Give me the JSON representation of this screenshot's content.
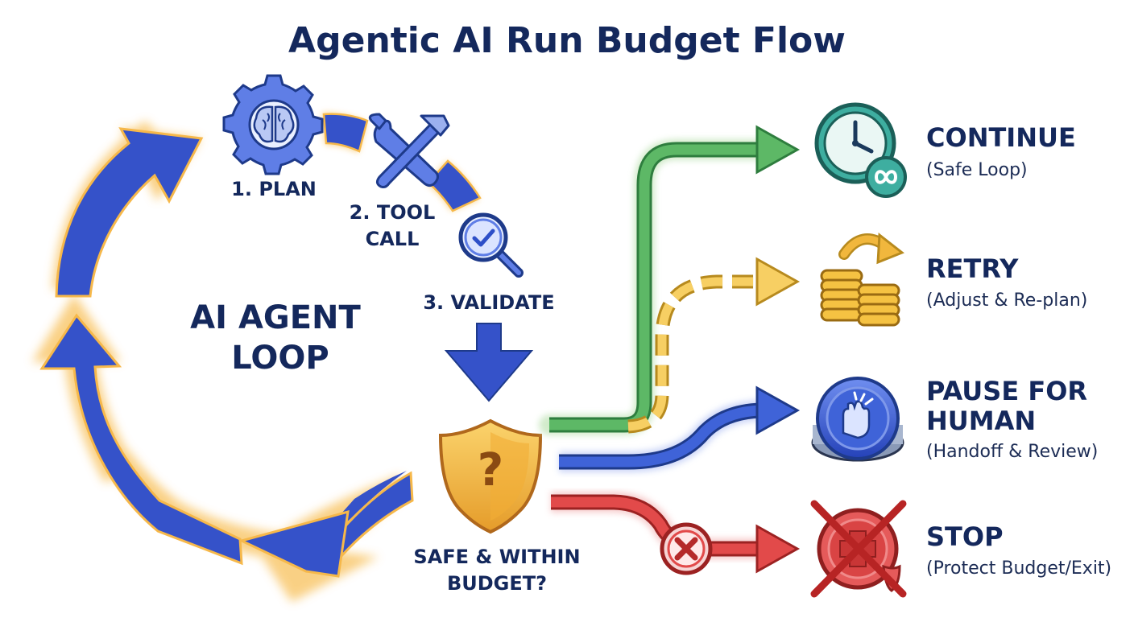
{
  "title": "Agentic AI Run Budget Flow",
  "loop": {
    "line1": "AI AGENT",
    "line2": "LOOP",
    "steps": [
      {
        "lines": [
          "1. PLAN"
        ],
        "icon": "brain-gear-icon"
      },
      {
        "lines": [
          "2. TOOL",
          "CALL"
        ],
        "icon": "wrench-hammer-icon"
      },
      {
        "lines": [
          "3. VALIDATE"
        ],
        "icon": "magnifier-check-icon"
      }
    ]
  },
  "decision": {
    "line1": "SAFE & WITHIN",
    "line2": "BUDGET?",
    "icon": "shield-question-icon"
  },
  "outcomes": [
    {
      "id": "continue",
      "title_lines": [
        "CONTINUE"
      ],
      "subtitle": "(Safe Loop)",
      "color": "#3f9a52",
      "icon": "clock-infinity-icon"
    },
    {
      "id": "retry",
      "title_lines": [
        "RETRY"
      ],
      "subtitle": "(Adjust & Re-plan)",
      "color": "#e7b33e",
      "icon": "coins-retry-icon"
    },
    {
      "id": "pause",
      "title_lines": [
        "PAUSE FOR",
        "HUMAN"
      ],
      "subtitle": "(Handoff & Review)",
      "color": "#2d4fc8",
      "icon": "hand-button-icon"
    },
    {
      "id": "stop",
      "title_lines": [
        "STOP"
      ],
      "subtitle": "(Protect Budget/Exit)",
      "color": "#d83a3a",
      "icon": "stop-x-icon"
    }
  ],
  "colors": {
    "loop_blue": "#3552c9",
    "glow": "#f8c15c",
    "navy": "#14285c",
    "green": "#3f9a52",
    "gold": "#e7b33e",
    "red": "#d83a3a"
  }
}
